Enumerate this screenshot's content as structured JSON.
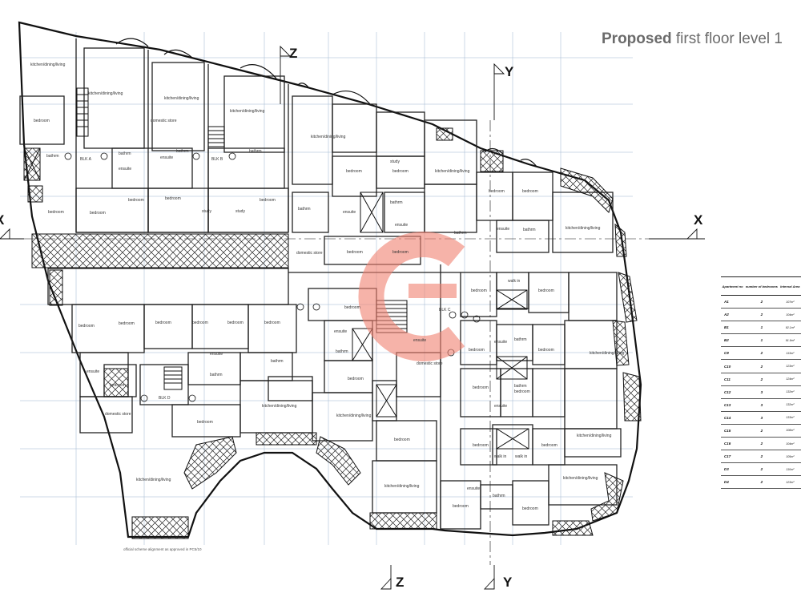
{
  "title": {
    "bold": "Proposed",
    "rest": " first floor level 1"
  },
  "axes": {
    "z_top": "Z",
    "z_bottom": "Z",
    "y_top": "Y",
    "y_bottom": "Y",
    "x_right": "X",
    "x_left": "X"
  },
  "blocks": {
    "a": "BLK A",
    "b": "BLK B",
    "c": "BLK C",
    "d": "BLK D"
  },
  "rooms": {
    "kdl": "kitchen/dining/living",
    "bedroom": "bedroom",
    "bathroom": "bathrm",
    "ensuite": "ensuite",
    "study": "study",
    "domestic": "domestic store",
    "walkin": "walk in"
  },
  "note": "official scheme alignment as approved in PC5/10",
  "schedule": {
    "headers": [
      "Apartment no",
      "number of bedrooms",
      "Internal Area"
    ],
    "rows": [
      [
        "A1",
        "2",
        "107m²"
      ],
      [
        "A2",
        "2",
        "104m²"
      ],
      [
        "B1",
        "1",
        "92.1m²"
      ],
      [
        "B2",
        "1",
        "91.9m²"
      ],
      [
        "C9",
        "2",
        "113m²"
      ],
      [
        "C10",
        "2",
        "123m²"
      ],
      [
        "C11",
        "2",
        "124m²"
      ],
      [
        "C12",
        "3",
        "132m²"
      ],
      [
        "C13",
        "3",
        "132m²"
      ],
      [
        "C14",
        "3",
        "133m²"
      ],
      [
        "C15",
        "2",
        "108m²"
      ],
      [
        "C16",
        "2",
        "104m²"
      ],
      [
        "C17",
        "2",
        "105m²"
      ],
      [
        "D3",
        "2",
        "110m²"
      ],
      [
        "D4",
        "2",
        "123m²"
      ]
    ]
  }
}
